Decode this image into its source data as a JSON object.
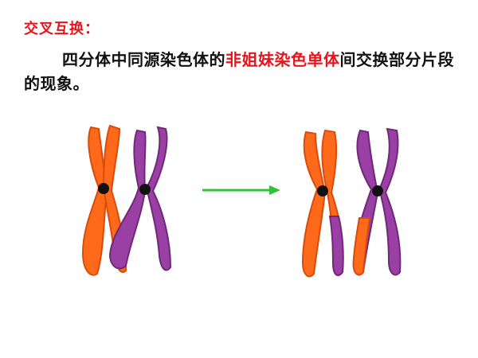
{
  "slide": {
    "title": "交叉互换：",
    "definition": {
      "before": "四分体中同源染色体的",
      "highlight": "非姐妹染色单体",
      "after": "间交换部分片段的现象。"
    }
  },
  "colors": {
    "title": "#e8141b",
    "highlight": "#e8141b",
    "text": "#111111",
    "orange": "#ff6a1a",
    "orange_dark": "#d94a0c",
    "purple": "#9a3fa3",
    "purple_dark": "#6e2a78",
    "centromere": "#111111",
    "arrow": "#33c233"
  },
  "diagram": {
    "left_pair": "before crossing over",
    "right_pair": "after crossing over"
  }
}
